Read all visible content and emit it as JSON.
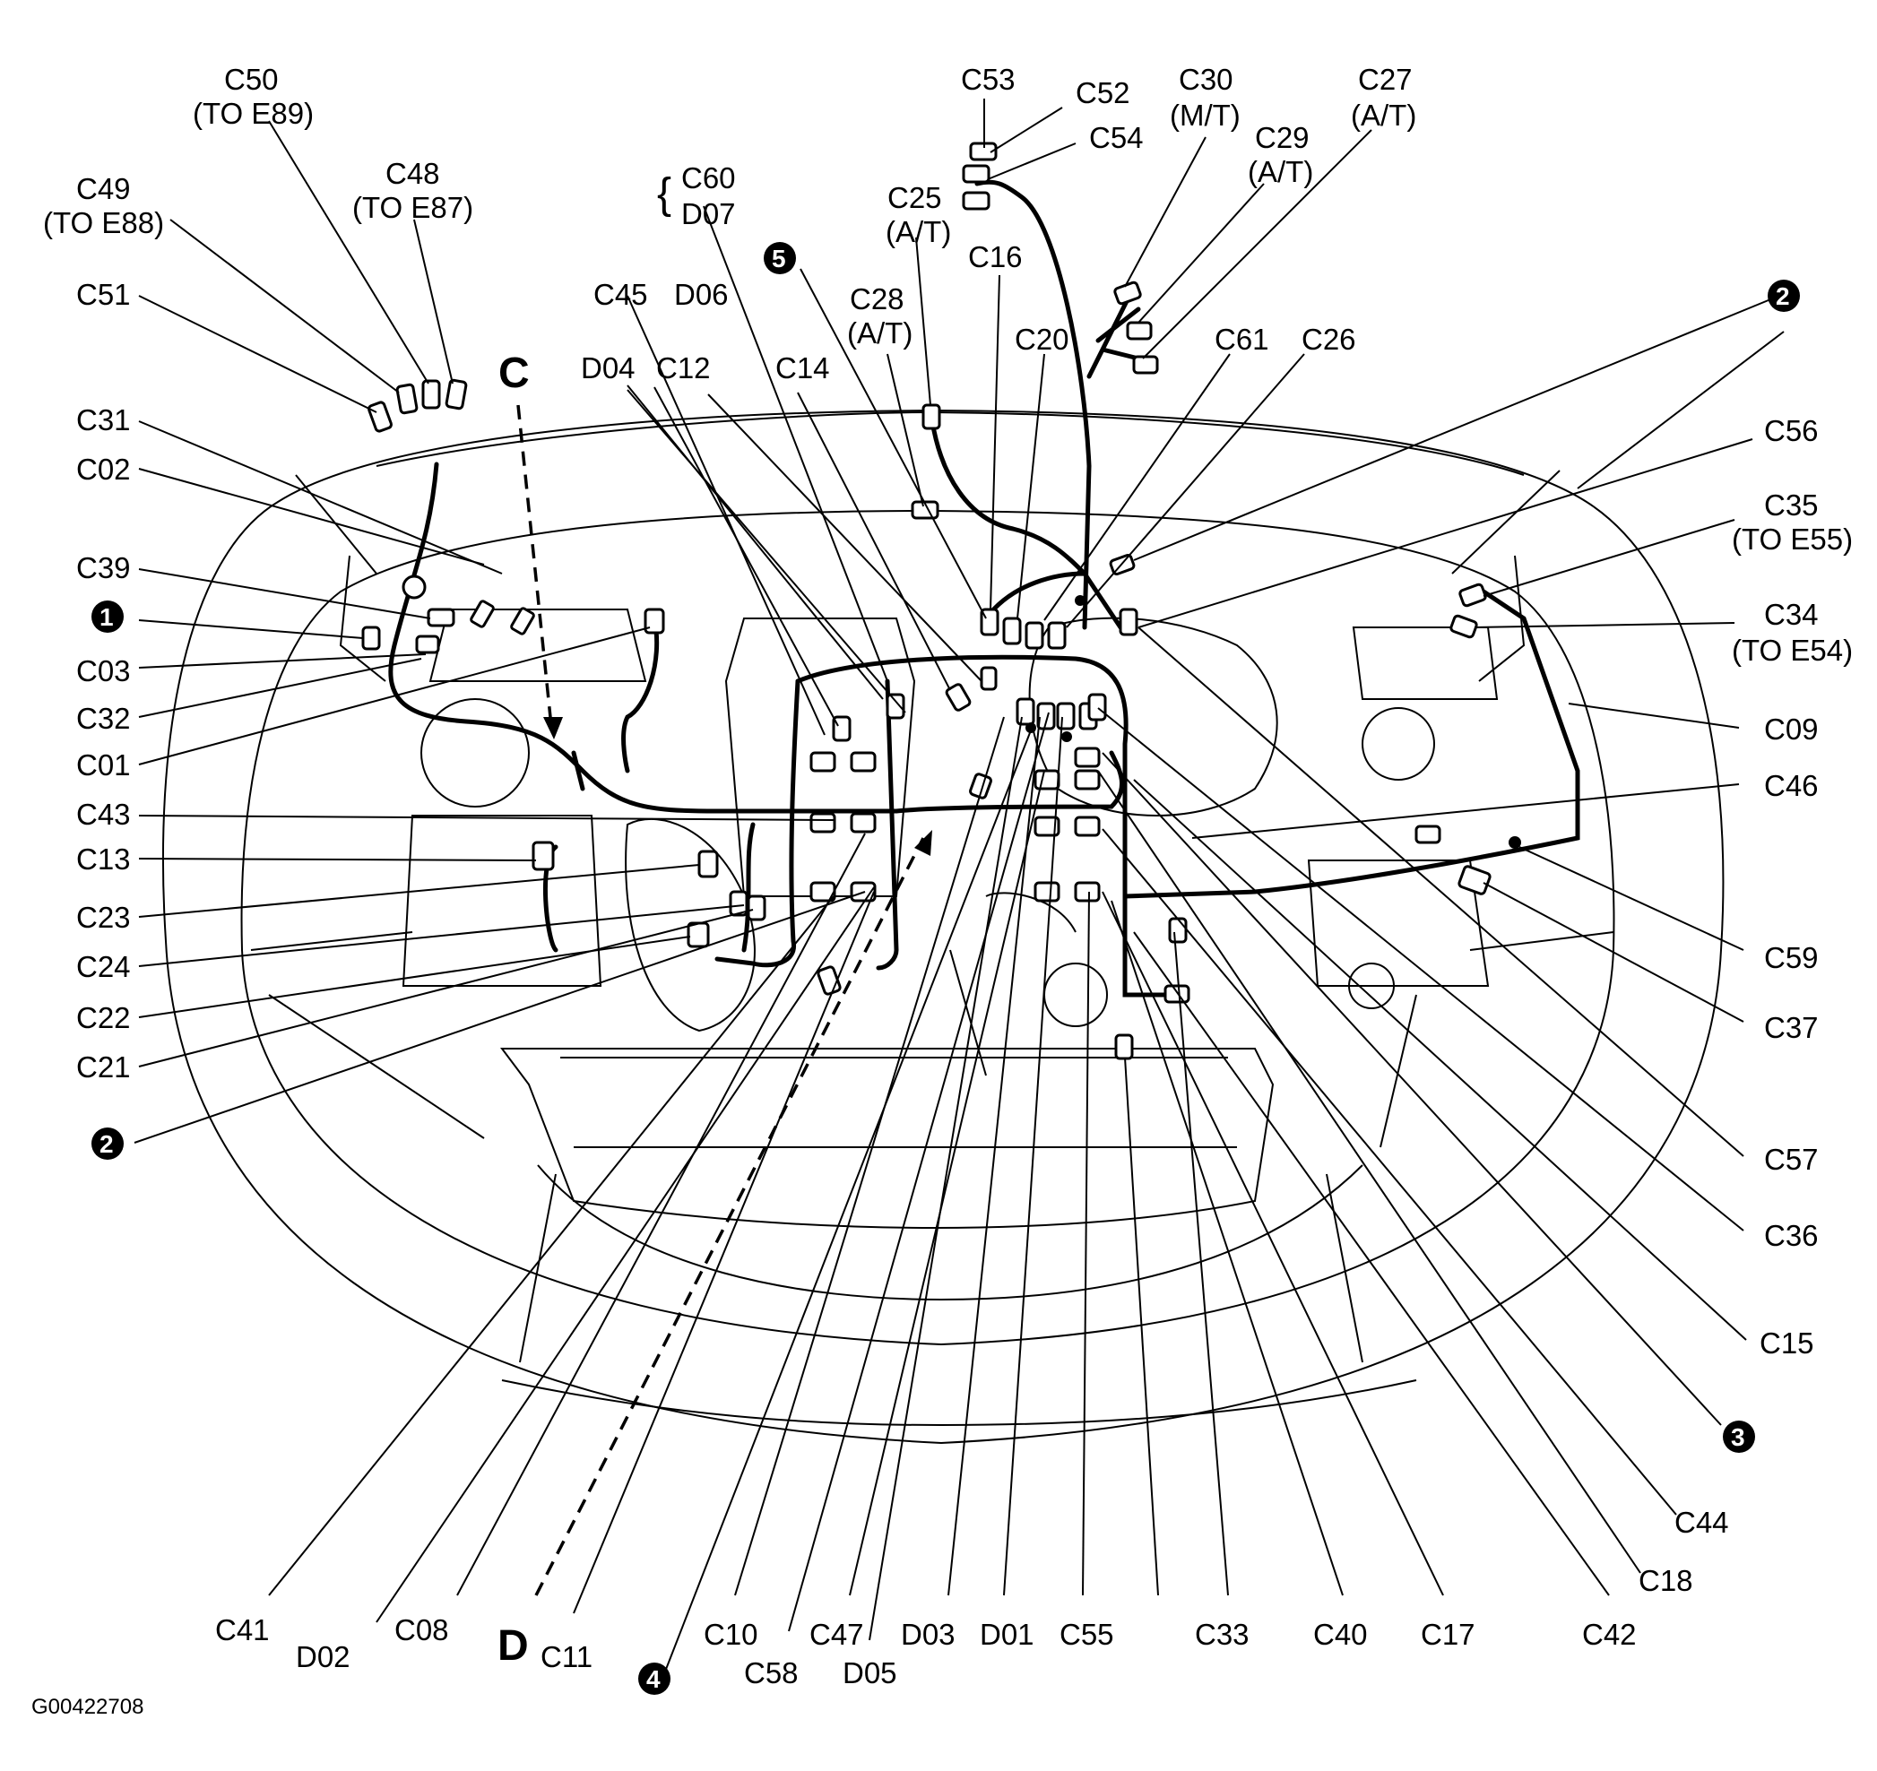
{
  "labels": {
    "C50": "C50",
    "C50_sub": "(TO E89)",
    "C49": "C49",
    "C49_sub": "(TO E88)",
    "C48": "C48",
    "C48_sub": "(TO E87)",
    "C51": "C51",
    "C31": "C31",
    "C02": "C02",
    "C39": "C39",
    "C03": "C03",
    "C32": "C32",
    "C01": "C01",
    "C43": "C43",
    "C13": "C13",
    "C23": "C23",
    "C24": "C24",
    "C22": "C22",
    "C21": "C21",
    "C": "C",
    "D": "D",
    "C60": "C60",
    "D07": "D07",
    "C45": "C45",
    "D06": "D06",
    "D04": "D04",
    "C12": "C12",
    "C14": "C14",
    "C53": "C53",
    "C52": "C52",
    "C54": "C54",
    "C25": "C25",
    "C25_sub": "(A/T)",
    "C28": "C28",
    "C28_sub": "(A/T)",
    "C16": "C16",
    "C20": "C20",
    "C30": "C30",
    "C30_sub": "(M/T)",
    "C29": "C29",
    "C29_sub": "(A/T)",
    "C27": "C27",
    "C27_sub": "(A/T)",
    "C61": "C61",
    "C26": "C26",
    "C56": "C56",
    "C35": "C35",
    "C35_sub": "(TO E55)",
    "C34": "C34",
    "C34_sub": "(TO E54)",
    "C09": "C09",
    "C46": "C46",
    "C59": "C59",
    "C37": "C37",
    "C57": "C57",
    "C36": "C36",
    "C15": "C15",
    "C44": "C44",
    "C18": "C18",
    "C41": "C41",
    "D02": "D02",
    "C08": "C08",
    "C11": "C11",
    "C10": "C10",
    "C58": "C58",
    "C47": "C47",
    "D05": "D05",
    "D03": "D03",
    "D01": "D01",
    "C55": "C55",
    "C33": "C33",
    "C40": "C40",
    "C17": "C17",
    "C42": "C42"
  },
  "markers": {
    "m1": "1",
    "m2a": "2",
    "m2b": "2",
    "m3": "3",
    "m4": "4",
    "m5": "5"
  },
  "figure_id": "G00422708"
}
